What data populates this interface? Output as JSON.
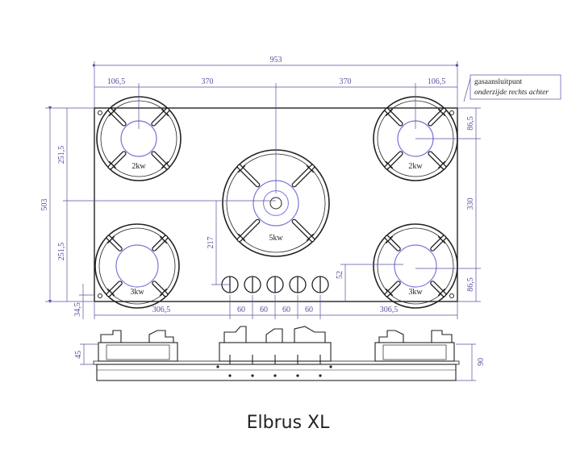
{
  "caption": "Elbrus XL",
  "note": {
    "line1": "gasaansluitpunt",
    "line2": "onderzijde rechts achter"
  },
  "dimensions": {
    "total_width": "953",
    "left_offset": "106,5",
    "center_left": "370",
    "center_right": "370",
    "right_offset": "106,5",
    "height_total": "503",
    "left_upper": "251,5",
    "left_lower": "251,5",
    "bottom_left_edge": "34,5",
    "bottom_left": "306,5",
    "bottom_right": "306,5",
    "knob_spacing": [
      "60",
      "60",
      "60",
      "60"
    ],
    "center_height": "217",
    "knob_height": "52",
    "right_top": "86,5",
    "right_mid": "330",
    "right_bottom": "86,5",
    "side_left": "45",
    "side_right": "90"
  },
  "burners": {
    "top_left": "2kw",
    "top_right": "2kw",
    "center": "5kw",
    "bottom_left": "3kw",
    "bottom_right": "3kw"
  },
  "colors": {
    "dimension": "#5a4fa0",
    "drawing": "#222222",
    "burner_ring": "#7a78d8"
  }
}
